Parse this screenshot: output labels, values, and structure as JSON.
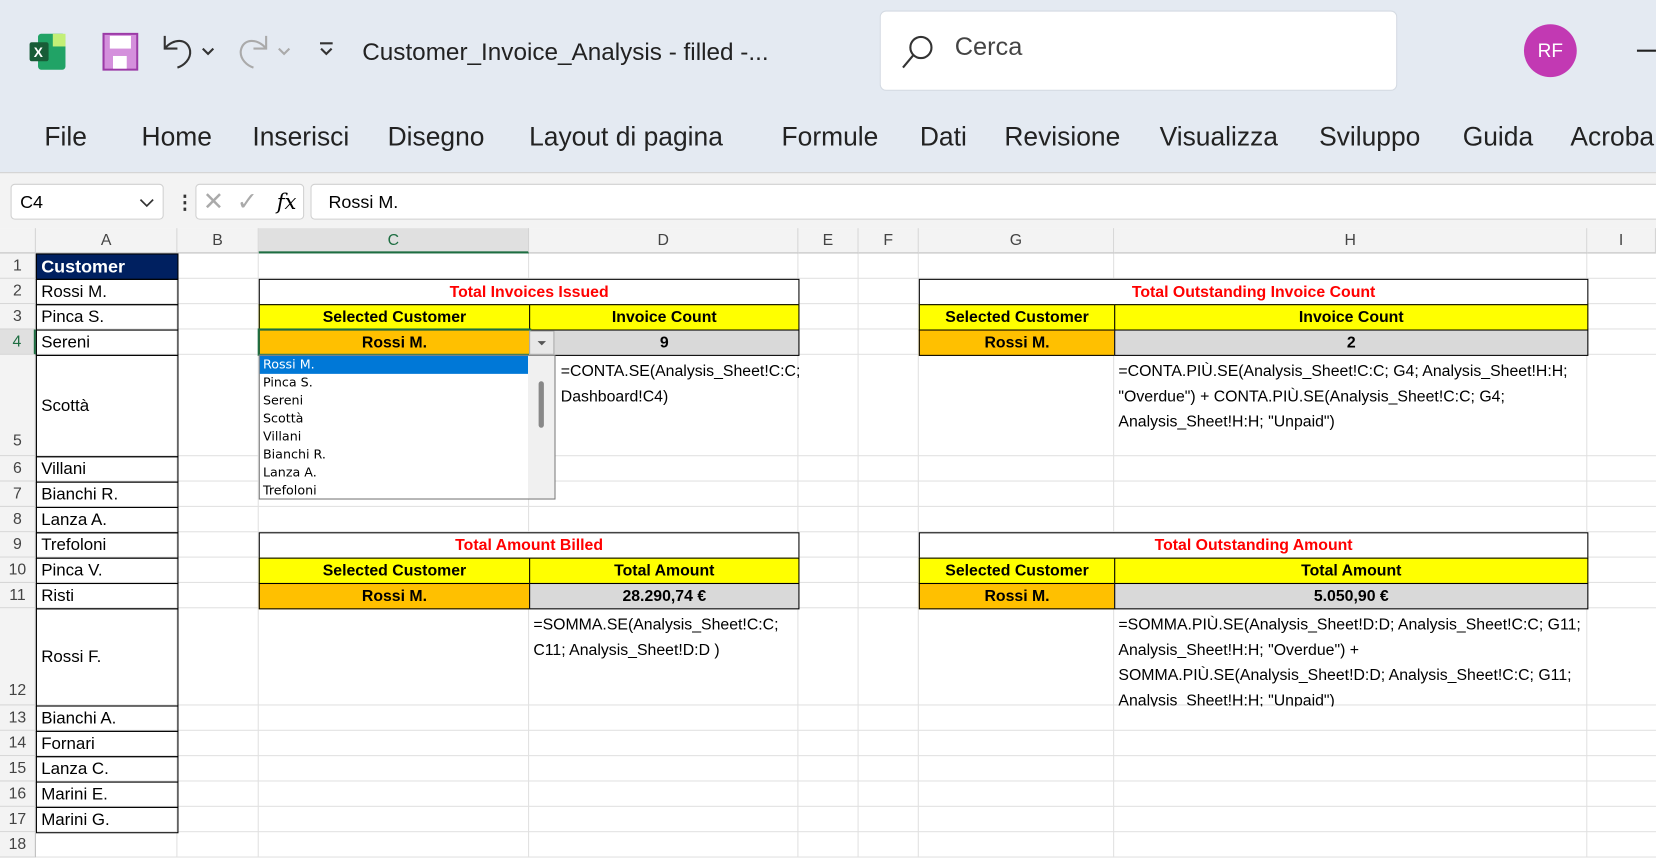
{
  "app": {
    "title": "Customer_Invoice_Analysis - filled  -...",
    "search_placeholder": "Cerca",
    "avatar": "RF",
    "brand_color": "#1e6e42"
  },
  "menu": [
    "File",
    "Home",
    "Inserisci",
    "Disegno",
    "Layout di pagina",
    "Formule",
    "Dati",
    "Revisione",
    "Visualizza",
    "Sviluppo",
    "Guida",
    "Acroba"
  ],
  "formula_bar": {
    "name_box": "C4",
    "fx": "fx",
    "value": "Rossi M."
  },
  "columns": [
    "A",
    "B",
    "C",
    "D",
    "E",
    "F",
    "G",
    "H",
    "I"
  ],
  "rows": [
    "1",
    "2",
    "3",
    "4",
    "5",
    "6",
    "7",
    "8",
    "9",
    "10",
    "11",
    "12",
    "13",
    "14",
    "15",
    "16",
    "17",
    "18"
  ],
  "customers": {
    "header": "Customer",
    "names": [
      "Rossi M.",
      "Pinca S.",
      "Sereni",
      "Scottà",
      "Villani",
      "Bianchi R.",
      "Lanza A.",
      "Trefoloni",
      "Pinca V.",
      "Risti",
      "Rossi F.",
      "Bianchi A.",
      "Fornari",
      "Lanza C.",
      "Marini E.",
      "Marini G."
    ]
  },
  "tables": [
    {
      "title": "Total Invoices Issued",
      "col1": "Selected Customer",
      "col2": "Invoice Count",
      "customer": "Rossi M.",
      "value": "9",
      "formula": "=CONTA.SE(Analysis_Sheet!C:C; Dashboard!C4)"
    },
    {
      "title": "Total Outstanding Invoice Count",
      "col1": "Selected Customer",
      "col2": "Invoice Count",
      "customer": "Rossi M.",
      "value": "2",
      "formula": "=CONTA.PIÙ.SE(Analysis_Sheet!C:C; G4; Analysis_Sheet!H:H; \"Overdue\") + CONTA.PIÙ.SE(Analysis_Sheet!C:C; G4; Analysis_Sheet!H:H; \"Unpaid\")"
    },
    {
      "title": "Total Amount Billed",
      "col1": "Selected Customer",
      "col2": "Total Amount",
      "customer": "Rossi M.",
      "value": "28.290,74 €",
      "formula": "=SOMMA.SE(Analysis_Sheet!C:C; C11; Analysis_Sheet!D:D )"
    },
    {
      "title": "Total Outstanding Amount",
      "col1": "Selected Customer",
      "col2": "Total Amount",
      "customer": "Rossi M.",
      "value": "5.050,90 €",
      "formula": "=SOMMA.PIÙ.SE(Analysis_Sheet!D:D; Analysis_Sheet!C:C; G11; Analysis_Sheet!H:H; \"Overdue\") + SOMMA.PIÙ.SE(Analysis_Sheet!D:D; Analysis_Sheet!C:C; G11; Analysis_Sheet!H:H; \"Unpaid\")"
    }
  ],
  "dropdown": {
    "selected": "Rossi M.",
    "items": [
      "Rossi M.",
      "Pinca S.",
      "Sereni",
      "Scottà",
      "Villani",
      "Bianchi R.",
      "Lanza A.",
      "Trefoloni"
    ]
  },
  "colors": {
    "header": "#002060",
    "title_text": "#ff0000",
    "yellow": "#ffff00",
    "orange": "#ffc000",
    "grey": "#d9d9d9",
    "selection": "#0078d7"
  }
}
